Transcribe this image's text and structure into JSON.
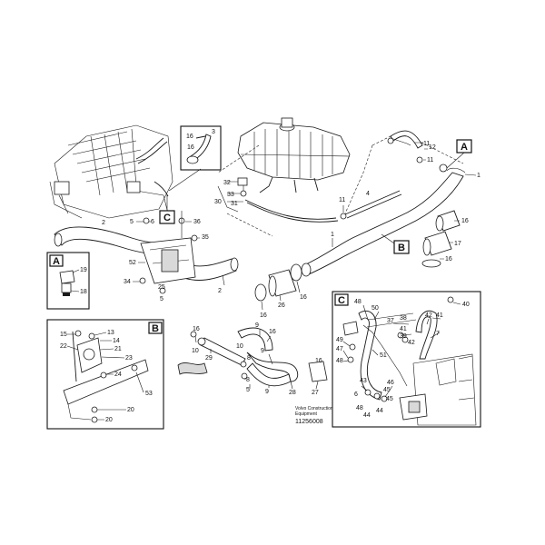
{
  "callouts": {
    "c1": "1",
    "c2": "2",
    "c3": "3",
    "c4": "4",
    "c5": "5",
    "c6": "6",
    "c7": "7",
    "c8": "8",
    "c9": "9",
    "c10": "10",
    "c11": "11",
    "c12": "12",
    "c13": "13",
    "c14": "14",
    "c15": "15",
    "c16": "16",
    "c17": "17",
    "c18": "18",
    "c19": "19",
    "c20": "20",
    "c21": "21",
    "c22": "22",
    "c23": "23",
    "c24": "24",
    "c25": "25",
    "c26": "26",
    "c27": "27",
    "c28": "28",
    "c29": "29",
    "c30": "30",
    "c31": "31",
    "c32": "32",
    "c33": "33",
    "c34": "34",
    "c35": "35",
    "c36": "36",
    "c37": "37",
    "c38": "38",
    "c39": "39",
    "c40": "40",
    "c41": "41",
    "c42": "42",
    "c43": "43",
    "c44": "44",
    "c45": "45",
    "c46": "46",
    "c47": "47",
    "c48": "48",
    "c49": "49",
    "c50": "50",
    "c51": "51",
    "c52": "52",
    "c53": "53"
  },
  "views": {
    "a": "A",
    "b": "B",
    "c": "C"
  },
  "footer": {
    "credit_line1": "Volvo Construction",
    "credit_line2": "Equipment",
    "doc_number": "11256008"
  }
}
